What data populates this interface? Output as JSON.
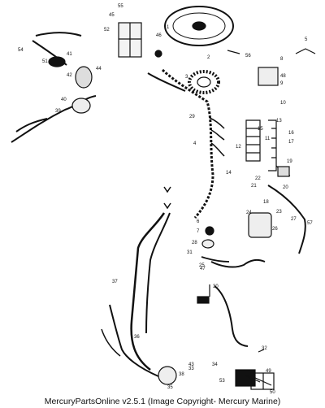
{
  "diagram": {
    "callouts": [
      "1",
      "2",
      "3",
      "4",
      "5",
      "6",
      "7",
      "8",
      "9",
      "10",
      "11",
      "12",
      "13",
      "14",
      "15",
      "16",
      "17",
      "18",
      "19",
      "20",
      "21",
      "22",
      "23",
      "24",
      "25",
      "26",
      "27",
      "28",
      "29",
      "30",
      "31",
      "32",
      "33",
      "34",
      "35",
      "36",
      "37",
      "38",
      "39",
      "40",
      "41",
      "42",
      "43",
      "44",
      "45",
      "46",
      "47",
      "48",
      "49",
      "50",
      "51",
      "52",
      "53",
      "54",
      "55",
      "56",
      "57"
    ]
  },
  "caption": "MercuryPartsOnline v2.5.1 (Image Copyright- Mercury Marine)"
}
